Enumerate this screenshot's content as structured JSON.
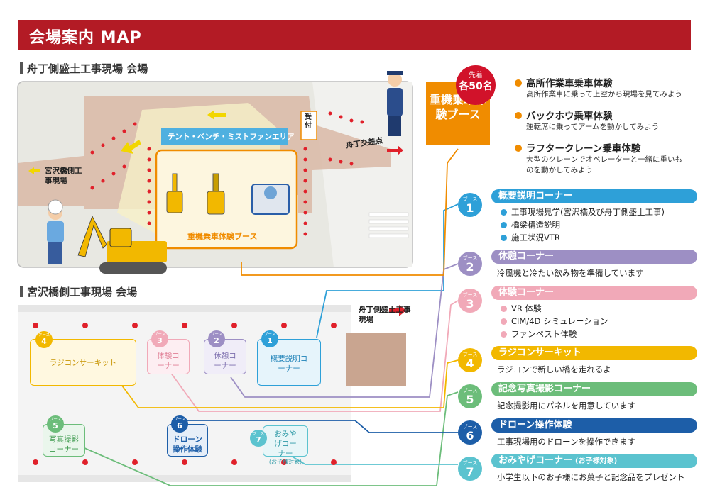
{
  "header": {
    "title": "会場案内 MAP"
  },
  "sections": {
    "funacho": "舟丁側盛土工事現場 会場",
    "miyazawa": "宮沢橋側工事現場 会場"
  },
  "map_top": {
    "tent_area": "テント・ベンチ・ミストファンエリア",
    "reception": "受付",
    "intersection": "舟丁交差点",
    "miyazawa_side": "宮沢橋側工事現場",
    "heavy_zone": "重機乗車体験ブース"
  },
  "heavy_booth": {
    "title": "重機乗車体験ブース",
    "badge_top": "先着",
    "badge_bottom": "各50名"
  },
  "heavy_list": [
    {
      "title": "高所作業車乗車体験",
      "desc": "高所作業車に乗って上空から現場を見てみよう"
    },
    {
      "title": "バックホウ乗車体験",
      "desc": "運転席に乗ってアームを動かしてみよう"
    },
    {
      "title": "ラフタークレーン乗車体験",
      "desc": "大型のクレーンでオペレーターと一緒に重いものを動かしてみよう"
    }
  ],
  "booth_word": "ブース",
  "booths": [
    {
      "num": "1",
      "title": "概要説明コーナー",
      "color": "#2ea0d8",
      "items": [
        "工事現場見学(宮沢橋及び舟丁側盛土工事)",
        "橋梁構造説明",
        "施工状況VTR"
      ]
    },
    {
      "num": "2",
      "title": "休憩コーナー",
      "color": "#9d8fc4",
      "desc": "冷風機と冷たい飲み物を準備しています"
    },
    {
      "num": "3",
      "title": "体験コーナー",
      "color": "#f1a9b8",
      "items": [
        "VR 体験",
        "CIM/4D シミュレーション",
        "ファンベスト体験"
      ]
    },
    {
      "num": "4",
      "title": "ラジコンサーキット",
      "color": "#f2b800",
      "desc": "ラジコンで新しい橋を走れるよ"
    },
    {
      "num": "5",
      "title": "記念写真撮影コーナー",
      "color": "#6cbd7a",
      "desc": "記念撮影用にパネルを用意しています"
    },
    {
      "num": "6",
      "title": "ドローン操作体験",
      "color": "#1d5ea8",
      "desc": "工事現場用のドローンを操作できます"
    },
    {
      "num": "7",
      "title": "おみやげコーナー",
      "title_sub": "(お子様対象)",
      "color": "#5bc3cf",
      "desc": "小学生以下のお子様にお菓子と記念品をプレゼント"
    }
  ],
  "map_bottom": {
    "funacho_side": "舟丁側盛土工事現場",
    "b4": "ラジコンサーキット",
    "b3": "体験コーナー",
    "b2": "休憩コーナー",
    "b1": "概要説明コーナー",
    "b5": "写真撮影コーナー",
    "b6": "ドローン操作体験",
    "b7": "おみやげコーナー",
    "b7_sub": "(お子様対象)"
  },
  "colors": {
    "banner": "#b31b25",
    "orange": "#f08c00",
    "road": "#d9b8a6"
  }
}
